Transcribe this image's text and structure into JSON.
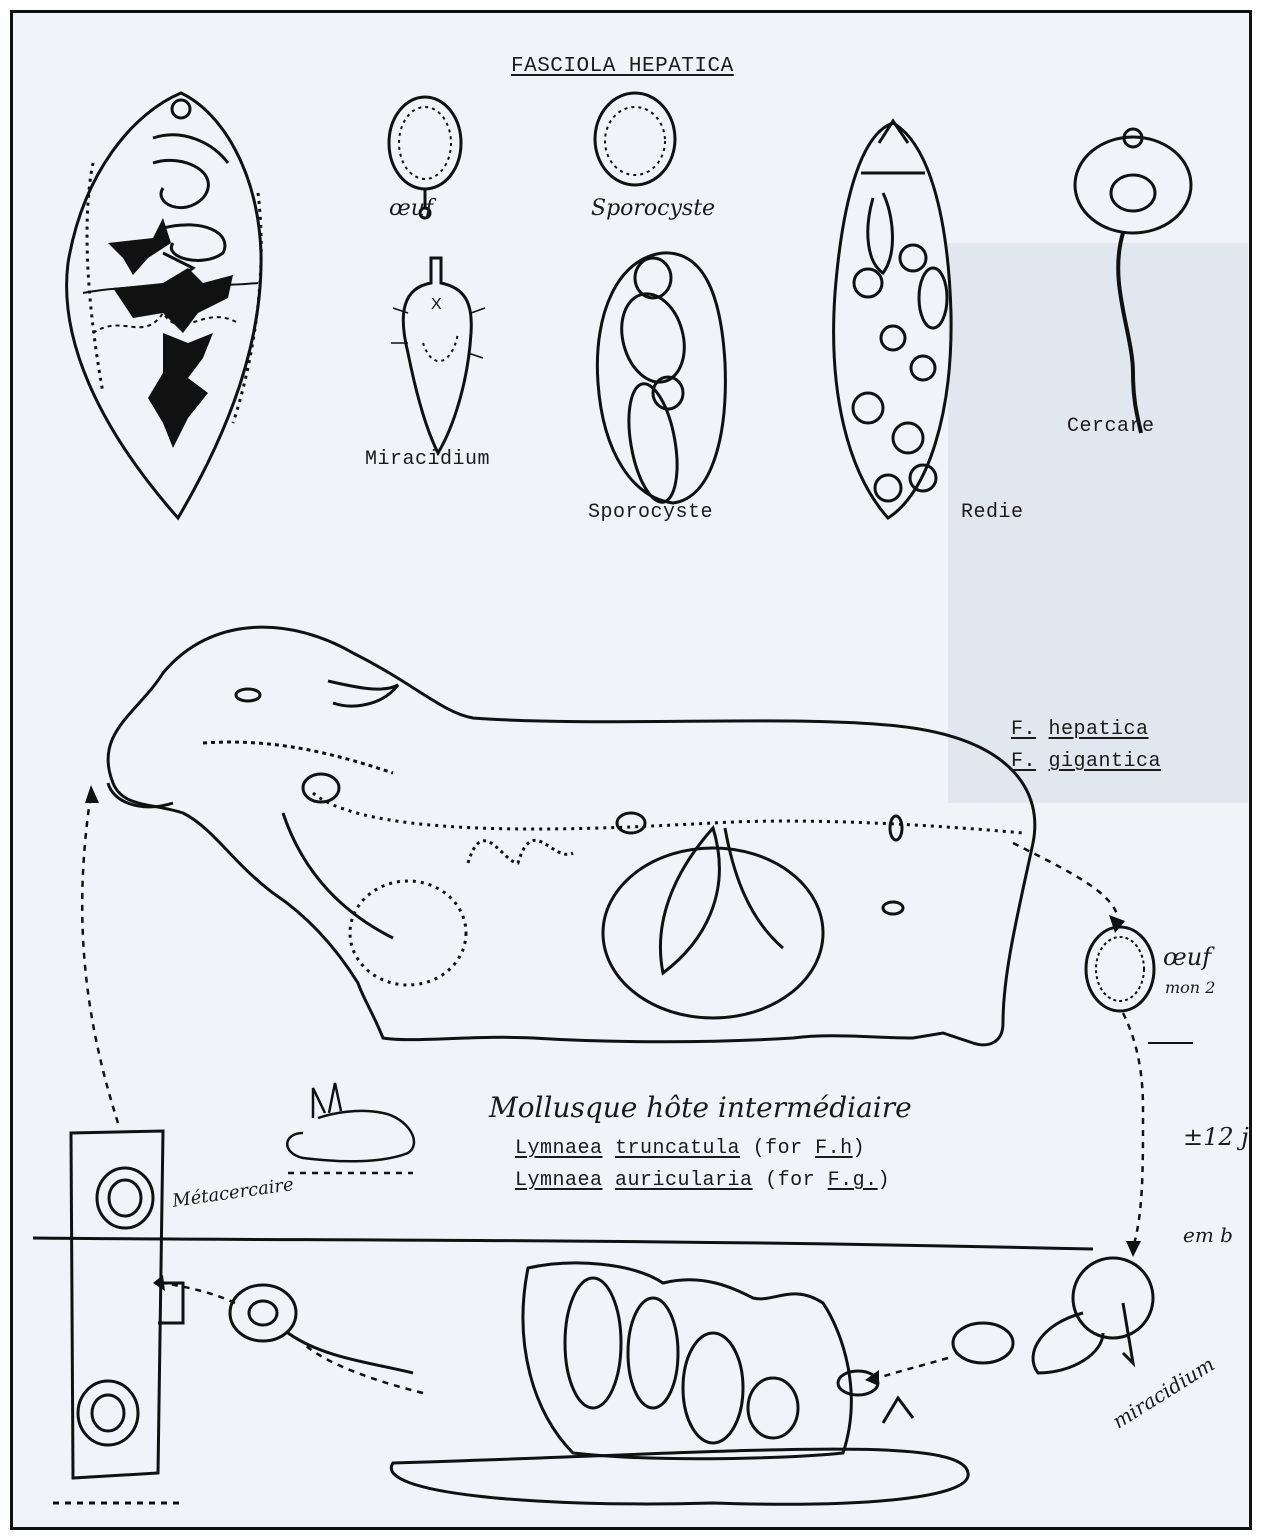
{
  "title": "FASCIOLA HEPATICA",
  "stage_labels": {
    "oeuf_top": "œuf",
    "sporocyste_top": "Sporocyste",
    "miracidium": "Miracidium",
    "sporocyste_bottom": "Sporocyste",
    "redie": "Redie",
    "cercare": "Cercare"
  },
  "species": {
    "hepatica_genus": "F.",
    "hepatica_name": "hepatica",
    "gigantica_genus": "F.",
    "gigantica_name": "gigantica"
  },
  "egg_label": "œuf",
  "egg_note": "mon 2",
  "days_label": "±12 j",
  "embryo_label": "em b",
  "miracidium_hand": "miracidium",
  "metacercaire": "Métacercaire",
  "host": {
    "heading": "Mollusque hôte intermédiaire",
    "line1_genus": "Lymnaea",
    "line1_species": "truncatula",
    "line1_suffix": "(for",
    "line1_abbr": "F.h",
    "line1_close": ")",
    "line2_genus": "Lymnaea",
    "line2_species": "auricularia",
    "line2_suffix": "(for",
    "line2_abbr": "F.g.",
    "line2_close": ")"
  }
}
